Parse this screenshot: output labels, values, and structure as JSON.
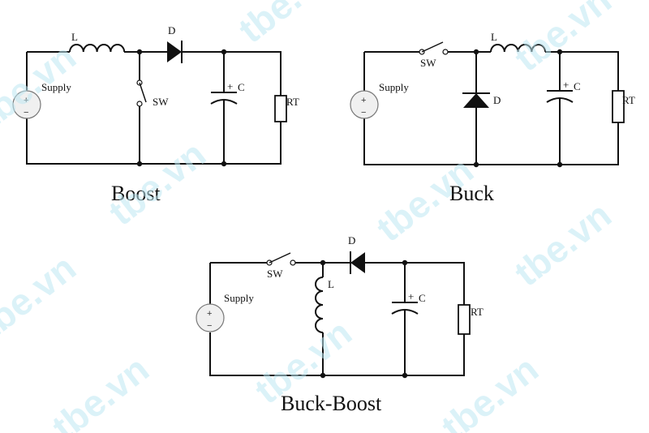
{
  "watermark": "tbe.vn",
  "circuits": {
    "boost": {
      "title": "Boost",
      "labels": {
        "inductor": "L",
        "diode": "D",
        "switch": "SW",
        "capacitor": "C",
        "resistor": "RT",
        "supply": "Supply"
      }
    },
    "buck": {
      "title": "Buck",
      "labels": {
        "inductor": "L",
        "diode": "D",
        "switch": "SW",
        "capacitor": "C",
        "resistor": "RT",
        "supply": "Supply"
      }
    },
    "buckboost": {
      "title": "Buck-Boost",
      "labels": {
        "inductor": "L",
        "diode": "D",
        "switch": "SW",
        "capacitor": "C",
        "resistor": "RT",
        "supply": "Supply"
      }
    }
  },
  "symbols": {
    "plus": "+",
    "minus": "−"
  },
  "colors": {
    "ink": "#111111",
    "watermark": "#bfe8f3",
    "supply_fill": "#f0f0f0"
  }
}
